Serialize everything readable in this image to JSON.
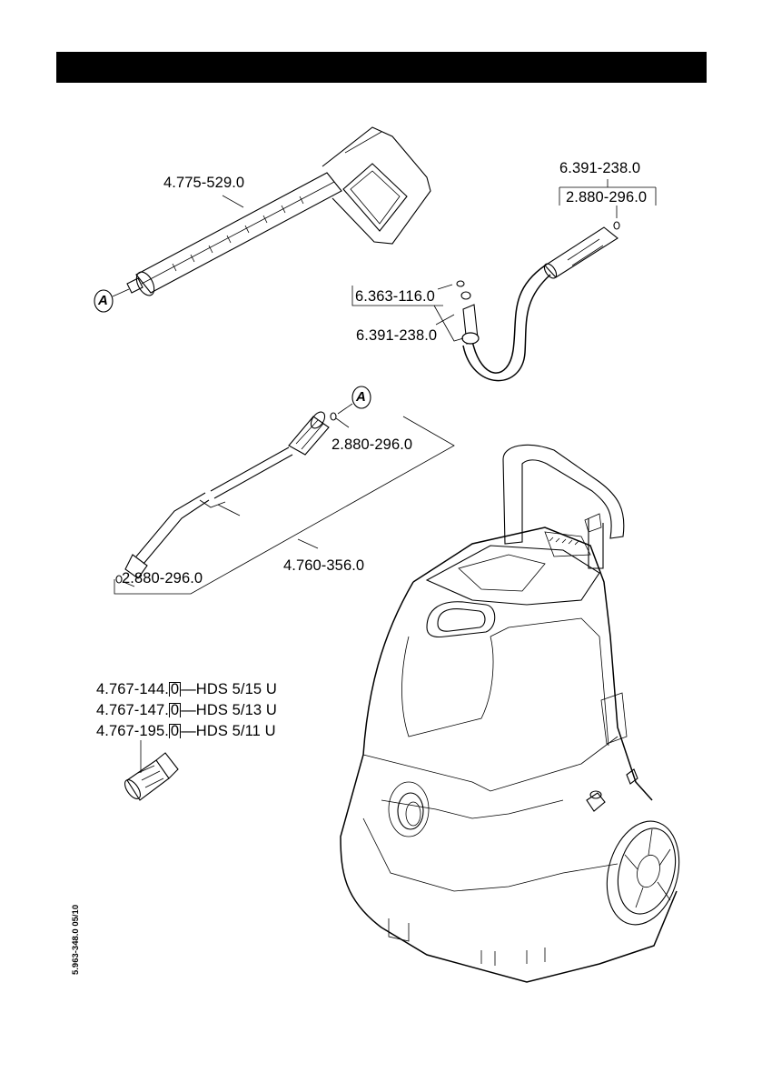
{
  "header": {
    "title": ""
  },
  "parts": {
    "trigger_gun": "4.775-529.0",
    "hose_top_right": "6.391-238.0",
    "oring_top_right": "2.880-296.0",
    "hose_coupling": "6.363-116.0",
    "hose_lower": "6.391-238.0",
    "oring_lance_top": "2.880-296.0",
    "spray_lance": "4.760-356.0",
    "oring_lance_bottom": "2.880-296.0"
  },
  "nozzles": [
    {
      "part": "4.767-144.",
      "suffix": "0",
      "model": "HDS 5/15 U"
    },
    {
      "part": "4.767-147.",
      "suffix": "0",
      "model": "HDS 5/13 U"
    },
    {
      "part": "4.767-195.",
      "suffix": "0",
      "model": "HDS 5/11 U"
    }
  ],
  "connection_marker": "A",
  "document_code": "5.963-348.0  05/10"
}
